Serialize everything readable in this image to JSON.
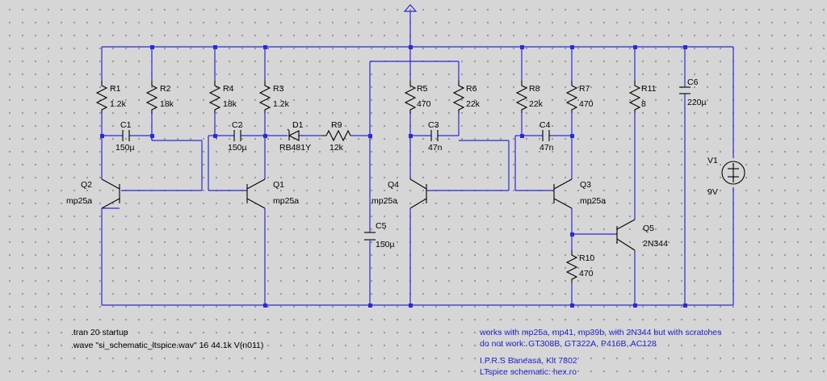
{
  "components": {
    "R1": {
      "ref": "R1",
      "value": "1.2k"
    },
    "R2": {
      "ref": "R2",
      "value": "18k"
    },
    "R4": {
      "ref": "R4",
      "value": "18k"
    },
    "R3": {
      "ref": "R3",
      "value": "1.2k"
    },
    "R5": {
      "ref": "R5",
      "value": "470"
    },
    "R6": {
      "ref": "R6",
      "value": "22k"
    },
    "R8": {
      "ref": "R8",
      "value": "22k"
    },
    "R7": {
      "ref": "R7",
      "value": "470"
    },
    "R11": {
      "ref": "R11",
      "value": "8"
    },
    "R9": {
      "ref": "R9",
      "value": "12k"
    },
    "R10": {
      "ref": "R10",
      "value": "470"
    },
    "C1": {
      "ref": "C1",
      "value": "150µ"
    },
    "C2": {
      "ref": "C2",
      "value": "150µ"
    },
    "C3": {
      "ref": "C3",
      "value": "47n"
    },
    "C4": {
      "ref": "C4",
      "value": "47n"
    },
    "C5": {
      "ref": "C5",
      "value": "150µ"
    },
    "C6": {
      "ref": "C6",
      "value": "220µ"
    },
    "D1": {
      "ref": "D1",
      "value": "RB481Y"
    },
    "Q1": {
      "ref": "Q1",
      "value": "mp25a"
    },
    "Q2": {
      "ref": "Q2",
      "value": "mp25a"
    },
    "Q3": {
      "ref": "Q3",
      "value": "mp25a"
    },
    "Q4": {
      "ref": "Q4",
      "value": "mp25a"
    },
    "Q5": {
      "ref": "Q5",
      "value": "2N344"
    },
    "V1": {
      "ref": "V1",
      "value": "9V"
    }
  },
  "directives": {
    "tran": ".tran 20 startup",
    "wave": ".wave \"si_schematic_ltspice.wav\" 16 44.1k V(n011)"
  },
  "comments": {
    "line1": "works with mp25a, mp41, mp39b, with 2N344 but with scratches",
    "line2": "do not work: GT308B, GT322A, P416B, AC128",
    "line3": "I.P.R.S Baneasa, Kit 7802",
    "line4": "LTspice schematic: hex.ro"
  },
  "colors": {
    "background": "#d6d6d6",
    "wire": "#2a2ad6",
    "component": "#000000",
    "comment": "#1f1fd0"
  }
}
